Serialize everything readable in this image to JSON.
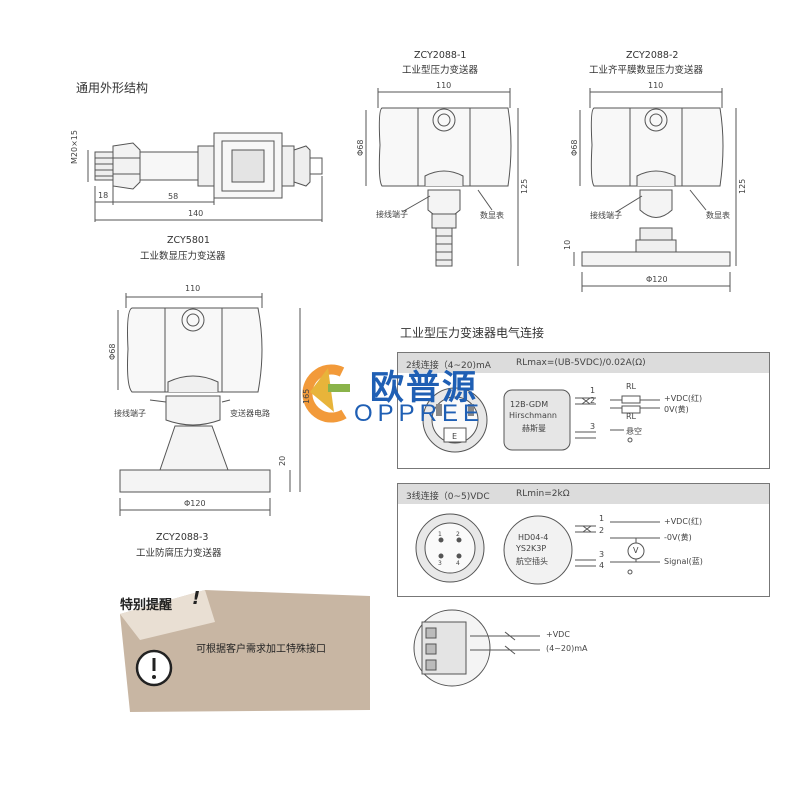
{
  "general": {
    "title": "通用外形结构"
  },
  "zcy5801": {
    "code": "ZCY5801",
    "name": "工业数显压力变送器",
    "thread": "M20×15",
    "dim_18": "18",
    "dim_58": "58",
    "dim_140": "140"
  },
  "zcy2088_1": {
    "code": "ZCY2088-1",
    "name": "工业型压力变送器",
    "dim_width": "110",
    "dim_height": "Φ68",
    "dim_total": "125",
    "label_terminal": "接线端子",
    "label_display": "数显表"
  },
  "zcy2088_2": {
    "code": "ZCY2088-2",
    "name": "工业齐平膜数显压力变送器",
    "dim_width": "110",
    "dim_height": "Φ68",
    "dim_total": "125",
    "dim_flange": "10",
    "dim_diameter": "Φ120",
    "label_terminal": "接线端子",
    "label_display": "数显表"
  },
  "zcy2088_3": {
    "code": "ZCY2088-3",
    "name": "工业防腐压力变送器",
    "dim_width": "110",
    "dim_height": "Φ68",
    "dim_total": "165",
    "dim_flange": "20",
    "dim_diameter": "Φ120",
    "label_terminal": "接线端子",
    "label_circuit": "变送器电路"
  },
  "electrical": {
    "title": "工业型压力变速器电气连接",
    "two_wire": {
      "header_a": "2线连接（4~20)mA",
      "header_b": "RLmax=(UB-5VDC)/0.02A(Ω)",
      "plug_line1": "12B-GDM",
      "plug_line2": "Hirschmann",
      "plug_line3": "赫斯曼",
      "pin1": "1",
      "pin2": "2",
      "pin3": "3",
      "rl1": "RL",
      "rl2": "RL",
      "vdc": "+VDC(红)",
      "zero": "0V(黄)",
      "floating": "悬空",
      "ground_pin": "E"
    },
    "three_wire": {
      "header_a": "3线连接（0~5)VDC",
      "header_b": "RLmin=2kΩ",
      "plug_line1": "HD04-4",
      "plug_line2": "YS2K3P",
      "plug_line3": "航空插头",
      "pins": [
        "1",
        "2",
        "3",
        "4"
      ],
      "vdc": "+VDC(红)",
      "zero": "-0V(黄)",
      "signal": "Signal(蓝)",
      "meter": "V"
    },
    "terminal": {
      "vdc": "+VDC",
      "current": "(4~20)mA"
    }
  },
  "notice": {
    "title": "特别提醒",
    "mark": "!",
    "text": "可根据客户需求加工特殊接口"
  },
  "watermark": {
    "cn": "欧普源",
    "en": "OPPREE"
  }
}
